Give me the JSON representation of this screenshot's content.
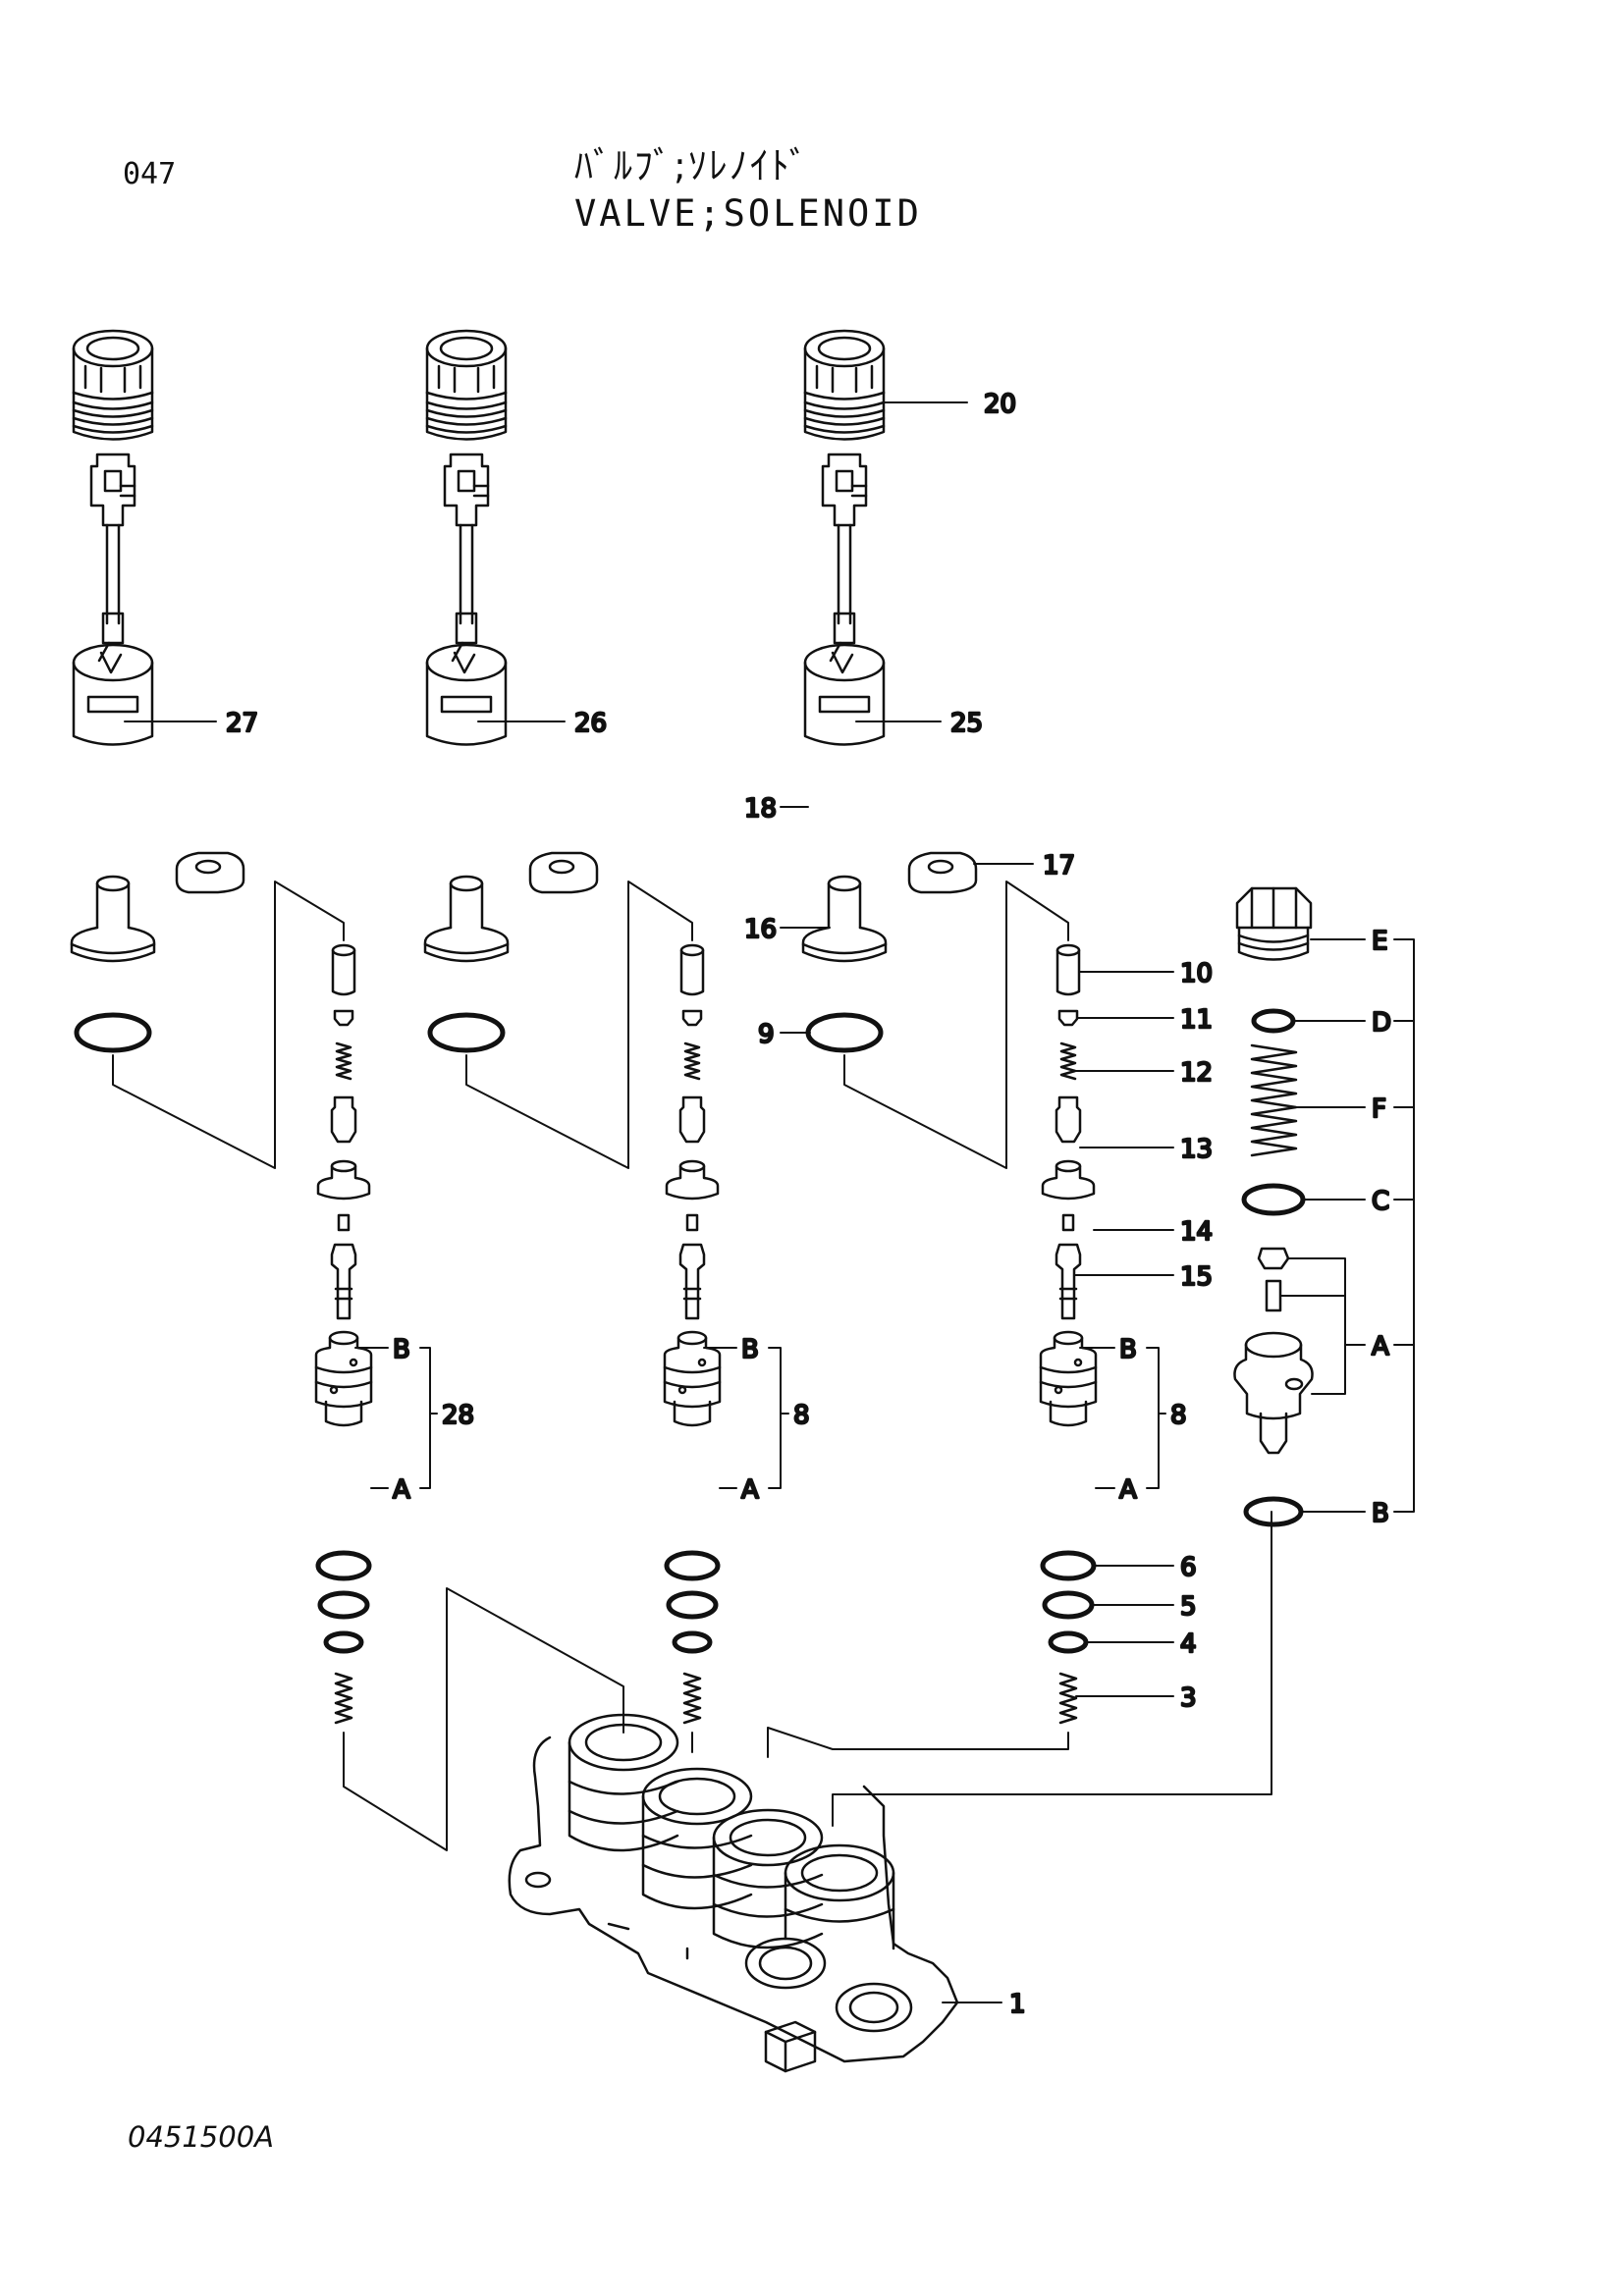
{
  "header": {
    "page_number": "047",
    "title_japanese": "ﾊﾞﾙﾌﾞ;ｿﾚﾉｲﾄﾞ",
    "title_english": "VALVE;SOLENOID"
  },
  "footer": {
    "figure_code": "0451500A"
  },
  "callouts": {
    "c1": "1",
    "c3": "3",
    "c4": "4",
    "c5": "5",
    "c6": "6",
    "c8a": "8",
    "c8b": "8",
    "c9": "9",
    "c10": "10",
    "c11": "11",
    "c12": "12",
    "c13": "13",
    "c14": "14",
    "c15": "15",
    "c16": "16",
    "c17": "17",
    "c18": "18",
    "c20": "20",
    "c25": "25",
    "c26": "26",
    "c27": "27",
    "c28": "28",
    "a1": "A",
    "a2": "A",
    "a3": "A",
    "aR": "A",
    "b1": "B",
    "b2": "B",
    "b3": "B",
    "bR": "B",
    "cR": "C",
    "dR": "D",
    "eR": "E",
    "fR": "F"
  }
}
